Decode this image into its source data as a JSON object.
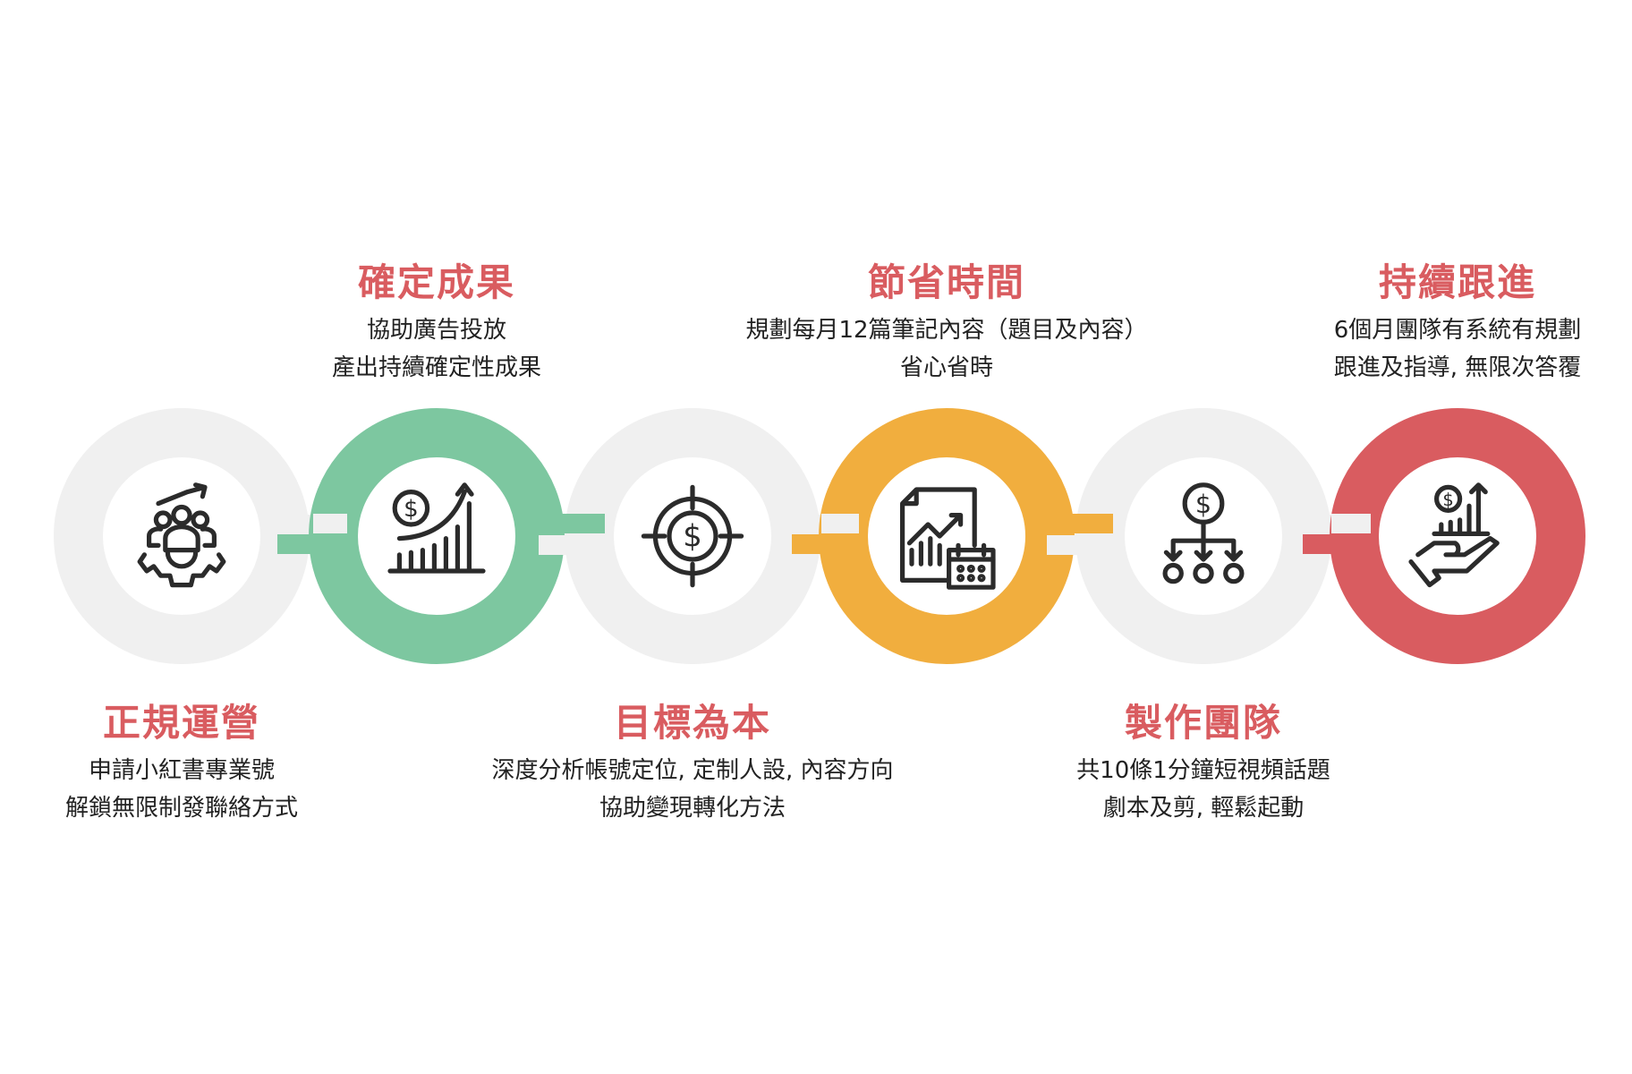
{
  "colors": {
    "green": "#7dc7a0",
    "orange": "#f1ae3e",
    "red": "#d95c60",
    "gray": "#f0f0f0",
    "title": "#d95c60"
  },
  "steps": [
    {
      "title": "正規運營",
      "lines": [
        "申請小紅書專業號",
        "解鎖無限制發聯絡方式"
      ],
      "icon": "team-gear-icon",
      "ring": "gray",
      "text_position": "bottom"
    },
    {
      "title": "確定成果",
      "lines": [
        "協助廣告投放",
        "產出持續確定性成果"
      ],
      "icon": "money-growth-chart-icon",
      "ring": "green",
      "text_position": "top"
    },
    {
      "title": "目標為本",
      "lines": [
        "深度分析帳號定位, 定制人設, 內容方向",
        "協助變現轉化方法"
      ],
      "icon": "money-target-icon",
      "ring": "gray",
      "text_position": "bottom"
    },
    {
      "title": "節省時間",
      "lines": [
        "規劃每月12篇筆記內容（題目及內容）",
        "省心省時"
      ],
      "icon": "report-calendar-icon",
      "ring": "orange",
      "text_position": "top"
    },
    {
      "title": "製作團隊",
      "lines": [
        "共10條1分鐘短視頻話題",
        "劇本及剪, 輕鬆起動"
      ],
      "icon": "money-distribution-icon",
      "ring": "gray",
      "text_position": "bottom"
    },
    {
      "title": "持續跟進",
      "lines": [
        "6個月團隊有系統有規劃",
        "跟進及指導, 無限次答覆"
      ],
      "icon": "hand-money-growth-icon",
      "ring": "red",
      "text_position": "top"
    }
  ]
}
